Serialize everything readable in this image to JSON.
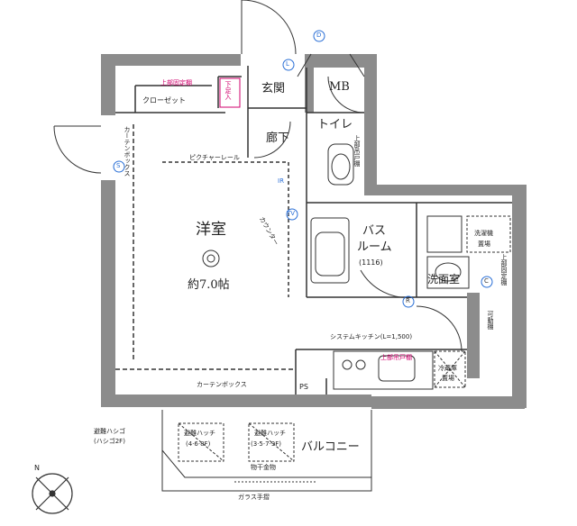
{
  "rooms": {
    "western": "洋室",
    "western_area": "約7.0帖",
    "entrance": "玄関",
    "mb": "MB",
    "hallway": "廊下",
    "toilet": "トイレ",
    "bath_line1": "バス",
    "bath_line2": "ルーム",
    "bath_size": "(1116)",
    "washroom": "洗面室",
    "balcony": "バルコニー",
    "ps": "PS"
  },
  "fixtures": {
    "closet": "クローゼット",
    "upper_shelf": "上部固定棚",
    "shoe_box": "下足入",
    "picture_rail": "ピクチャーレール",
    "counter": "カウンター",
    "curtain_box_side": "カーテンボックス",
    "curtain_box_bottom": "カーテンボックス",
    "toilet_shelf": "上部吊戸棚",
    "washer": "洗濯機",
    "washer_place": "置場",
    "wash_shelf": "上部固定棚",
    "tall_shelf": "可動棚",
    "kitchen": "システムキッチン(L=1,500)",
    "kitchen_shelf": "上部吊戸棚",
    "fridge": "冷蔵庫",
    "fridge_place": "置場",
    "escape_ladder": "避難ハシゴ",
    "escape_ladder_sub": "(ハシゴ2F)",
    "hatch1": "避難ハッチ",
    "hatch1_floors": "(4·6·8F)",
    "hatch2": "避難ハッチ",
    "hatch2_floors": "(3·5·7·9F)",
    "drying": "物干金物",
    "glass_rail": "ガラス手摺"
  },
  "symbols": {
    "s": "S",
    "tv": "TV",
    "d": "D",
    "ld": "L",
    "ir": "IR",
    "r": "R",
    "c": "C",
    "north": "N"
  },
  "colors": {
    "wall": "#8c8c8c",
    "line": "#333333",
    "fixture": "#d1006e",
    "symbol": "#2a6fd6"
  }
}
